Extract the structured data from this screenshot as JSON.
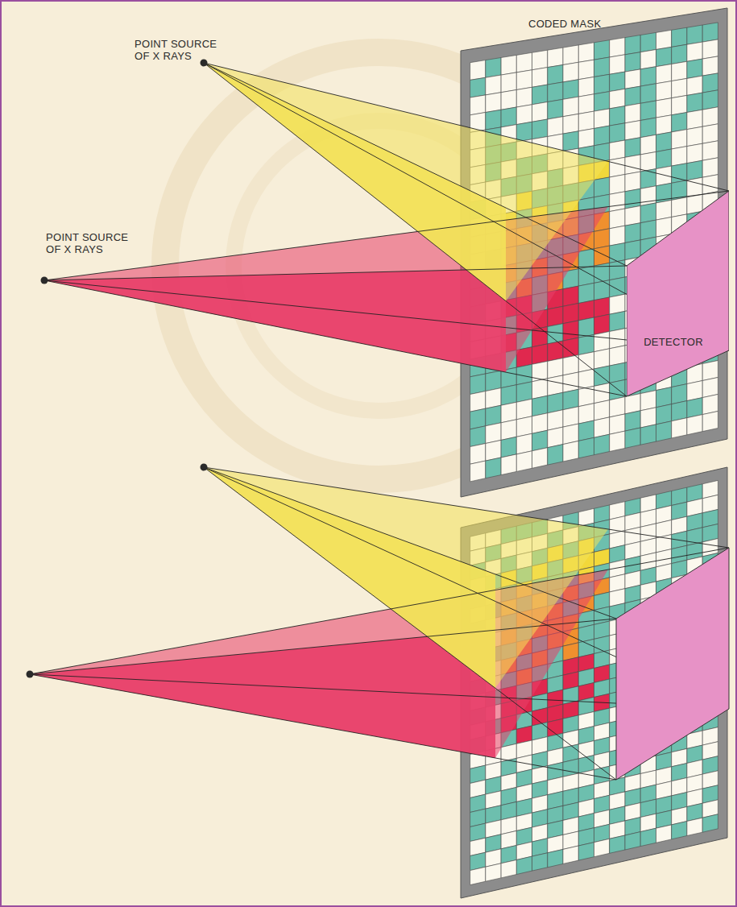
{
  "diagram": {
    "nodes": [
      {
        "text": [
          "DETECTOR"
        ]
      }
    ],
    "labels": [
      "POINT SOURCE OF X RAYS",
      "CODED MASK",
      "POINT SOURCE OF X RAYS"
    ]
  }
}
